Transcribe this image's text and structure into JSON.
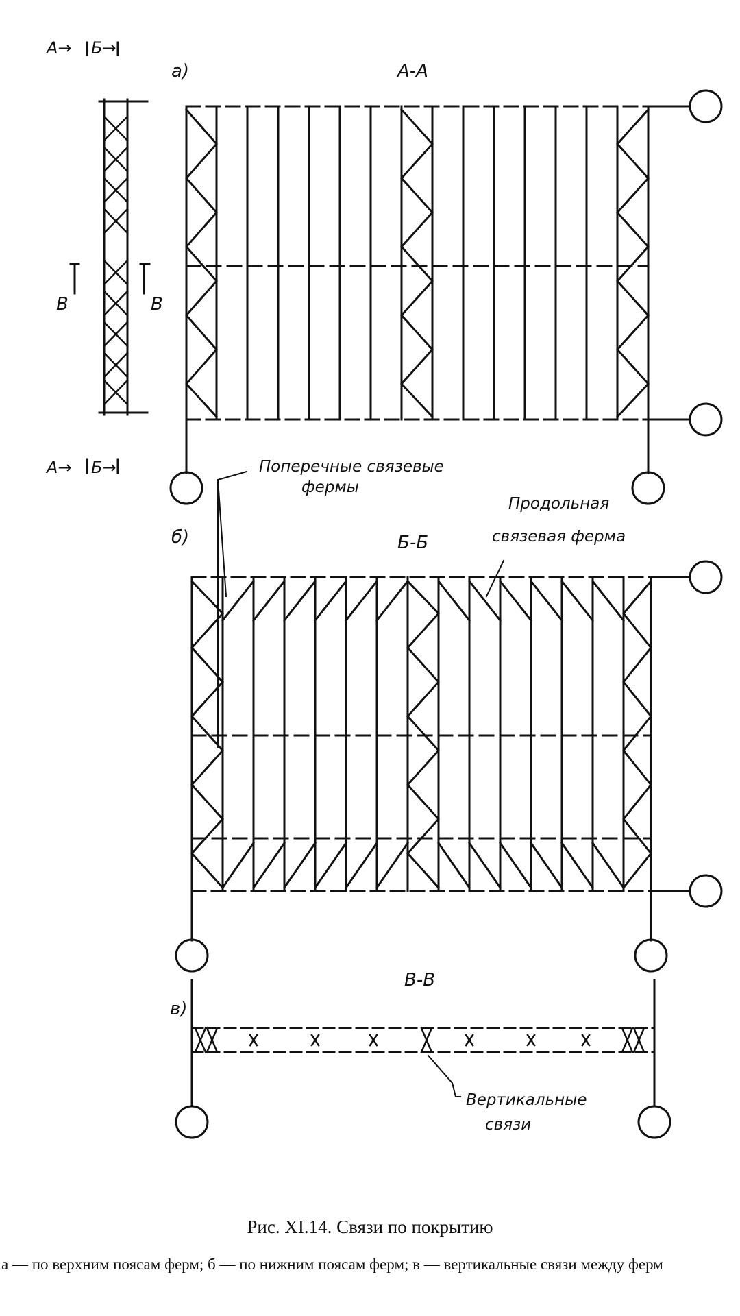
{
  "labels": {
    "top_left_cut_a": "А→",
    "top_left_cut_b": "Б→",
    "bottom_left_cut_a": "А→",
    "bottom_left_cut_b": "Б→",
    "cut_v_left": "В",
    "cut_v_right": "В",
    "panel_a_letter": "а)",
    "panel_b_letter": "б)",
    "panel_v_letter": "в)",
    "section_aa": "А-А",
    "section_bb": "Б-Б",
    "section_vv": "В-В",
    "transverse_line1": "Поперечные связевые",
    "transverse_line2": "фермы",
    "longitudinal_line1": "Продольная",
    "longitudinal_line2": "связевая ферма",
    "vertical_line1": "Вертикальные",
    "vertical_line2": "связи"
  },
  "caption": "Рис. XI.14. Связи по покрытию",
  "subcaption": "а — по верхним поясам ферм; б — по нижним поясам ферм; в — вертикальные связи между ферм"
}
